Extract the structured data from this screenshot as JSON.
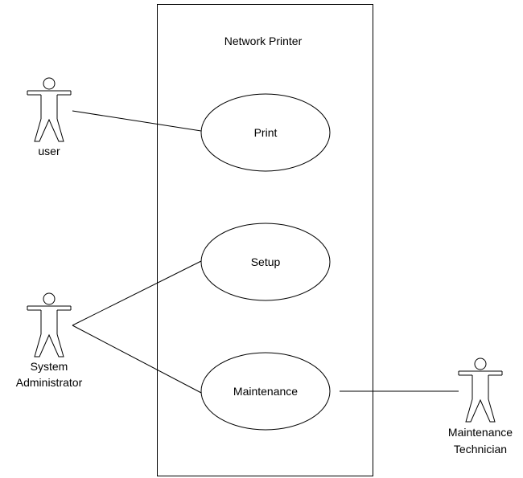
{
  "system": {
    "title": "Network Printer"
  },
  "use_cases": {
    "print": "Print",
    "setup": "Setup",
    "maintenance": "Maintenance"
  },
  "actors": {
    "user": {
      "line1": "user"
    },
    "system_administrator": {
      "line1": "System",
      "line2": "Administrator"
    },
    "maintenance_technician": {
      "line1": "Maintenance",
      "line2": "Technician"
    }
  },
  "colors": {
    "stroke": "#000000",
    "background": "#ffffff"
  }
}
